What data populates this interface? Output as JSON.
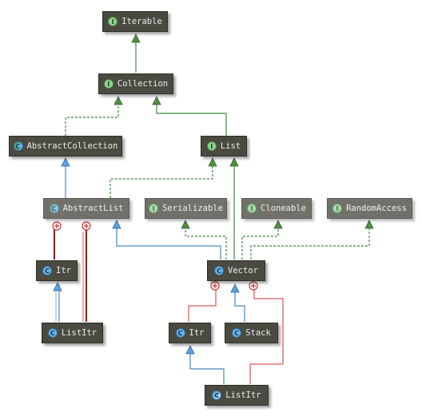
{
  "nodes": {
    "iterable": {
      "label": "Iterable",
      "kind": "interface",
      "badge": "I"
    },
    "collection": {
      "label": "Collection",
      "kind": "interface",
      "badge": "I"
    },
    "abstract_collection": {
      "label": "AbstractCollection",
      "kind": "abstract",
      "badge": "C"
    },
    "list": {
      "label": "List",
      "kind": "interface",
      "badge": "I"
    },
    "abstract_list": {
      "label": "AbstractList",
      "kind": "abstract",
      "badge": "C"
    },
    "serializable": {
      "label": "Serializable",
      "kind": "interface",
      "badge": "I"
    },
    "cloneable": {
      "label": "Cloneable",
      "kind": "interface",
      "badge": "I"
    },
    "random_access": {
      "label": "RandomAccess",
      "kind": "interface",
      "badge": "I"
    },
    "abstract_list_itr": {
      "label": "Itr",
      "kind": "class",
      "badge": "C"
    },
    "abstract_list_list_itr": {
      "label": "ListItr",
      "kind": "class",
      "badge": "C"
    },
    "vector": {
      "label": "Vector",
      "kind": "class",
      "badge": "C"
    },
    "vector_itr": {
      "label": "Itr",
      "kind": "class",
      "badge": "C"
    },
    "stack": {
      "label": "Stack",
      "kind": "class",
      "badge": "C"
    },
    "vector_list_itr": {
      "label": "ListItr",
      "kind": "inner",
      "badge": "C"
    }
  },
  "edges": [
    {
      "from": "collection",
      "to": "iterable",
      "type": "extends-interface"
    },
    {
      "from": "abstract_collection",
      "to": "collection",
      "type": "implements"
    },
    {
      "from": "list",
      "to": "collection",
      "type": "extends-interface"
    },
    {
      "from": "abstract_list",
      "to": "abstract_collection",
      "type": "extends"
    },
    {
      "from": "abstract_list",
      "to": "list",
      "type": "implements"
    },
    {
      "from": "vector",
      "to": "abstract_list",
      "type": "extends"
    },
    {
      "from": "vector",
      "to": "list",
      "type": "extends-interface"
    },
    {
      "from": "vector",
      "to": "serializable",
      "type": "implements"
    },
    {
      "from": "vector",
      "to": "cloneable",
      "type": "implements"
    },
    {
      "from": "vector",
      "to": "random_access",
      "type": "implements"
    },
    {
      "from": "abstract_list_list_itr",
      "to": "abstract_list_itr",
      "type": "extends"
    },
    {
      "from": "abstract_list_itr",
      "to": "abstract_list",
      "type": "inner"
    },
    {
      "from": "abstract_list_list_itr",
      "to": "abstract_list",
      "type": "inner"
    },
    {
      "from": "stack",
      "to": "vector",
      "type": "extends"
    },
    {
      "from": "vector_list_itr",
      "to": "vector_itr",
      "type": "extends"
    },
    {
      "from": "vector_itr",
      "to": "vector",
      "type": "inner"
    },
    {
      "from": "vector_list_itr",
      "to": "vector",
      "type": "inner"
    }
  ],
  "colors": {
    "node_bg": "#4a4a40",
    "node_text": "#ececec",
    "interface_edge": "#3f8a3f",
    "extends_edge": "#4b86c4",
    "inner_edge": "#cc3333"
  }
}
